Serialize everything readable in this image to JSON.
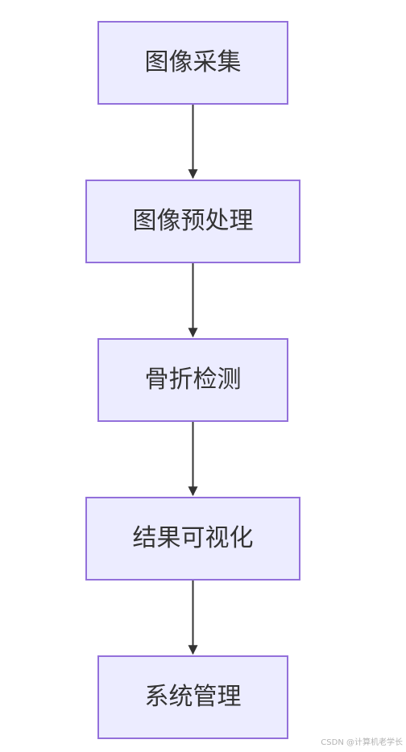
{
  "diagram": {
    "type": "flowchart",
    "direction": "top-to-bottom",
    "nodes": [
      {
        "id": "n1",
        "label": "图像采集"
      },
      {
        "id": "n2",
        "label": "图像预处理"
      },
      {
        "id": "n3",
        "label": "骨折检测"
      },
      {
        "id": "n4",
        "label": "结果可视化"
      },
      {
        "id": "n5",
        "label": "系统管理"
      }
    ],
    "edges": [
      {
        "from": "n1",
        "to": "n2"
      },
      {
        "from": "n2",
        "to": "n3"
      },
      {
        "from": "n3",
        "to": "n4"
      },
      {
        "from": "n4",
        "to": "n5"
      }
    ],
    "colors": {
      "node_fill": "#ececff",
      "node_border": "#9370db",
      "text": "#333333",
      "edge": "#333333"
    }
  },
  "watermark": "CSDN @计算机老学长"
}
